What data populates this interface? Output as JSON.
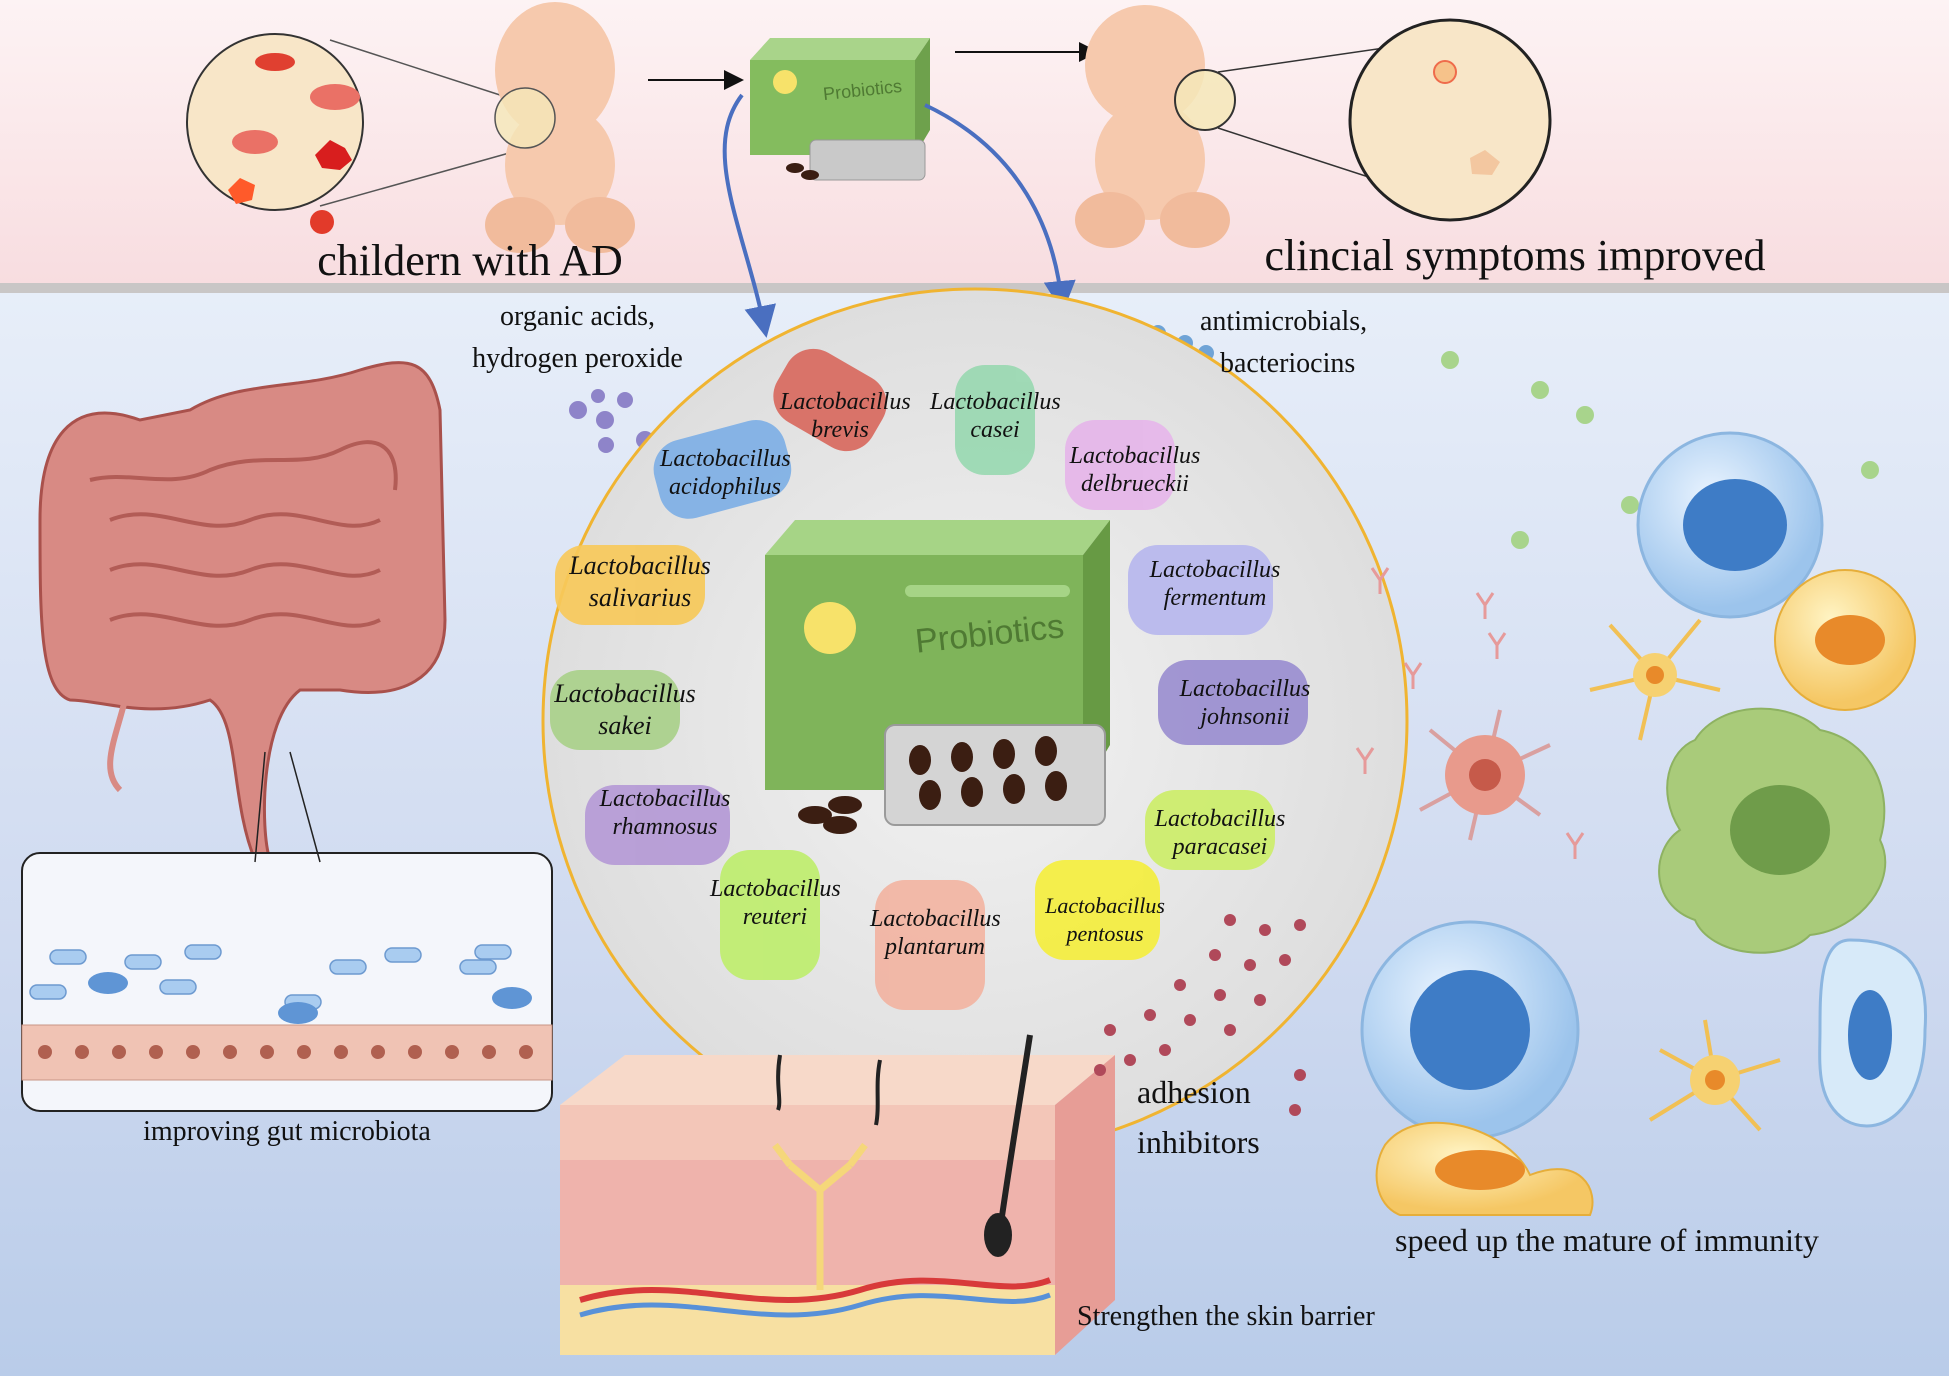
{
  "top": {
    "left_caption": "childern with AD",
    "right_caption": "clincial symptoms improved",
    "box_label_small": "Probiotics"
  },
  "center": {
    "box_label": "Probiotics",
    "strains": [
      {
        "genus": "Lactobacillus",
        "species": "brevis",
        "color": "#d96a5f"
      },
      {
        "genus": "Lactobacillus",
        "species": "casei",
        "color": "#9ad9b2"
      },
      {
        "genus": "Lactobacillus",
        "species": "acidophilus",
        "color": "#7fb0e6"
      },
      {
        "genus": "Lactobacillus",
        "species": "delbrueckii",
        "color": "#e6b6ea"
      },
      {
        "genus": "Lactobacillus",
        "species": "salivarius",
        "color": "#f7c95a"
      },
      {
        "genus": "Lactobacillus",
        "species": "fermentum",
        "color": "#b8b8ee"
      },
      {
        "genus": "Lactobacillus",
        "species": "sakei",
        "color": "#a9d08a"
      },
      {
        "genus": "Lactobacillus",
        "species": "johnsonii",
        "color": "#9b8fd1"
      },
      {
        "genus": "Lactobacillus",
        "species": "rhamnosus",
        "color": "#b59ad6"
      },
      {
        "genus": "Lactobacillus",
        "species": "paracasei",
        "color": "#cdee6a"
      },
      {
        "genus": "Lactobacillus",
        "species": "reuteri",
        "color": "#bfee6e"
      },
      {
        "genus": "Lactobacillus",
        "species": "plantarum",
        "color": "#f2b4a2"
      },
      {
        "genus": "Lactobacillus",
        "species": "pentosus",
        "color": "#f4ee3e"
      }
    ]
  },
  "mechanisms": {
    "organic_acids": "organic acids,",
    "hydrogen_peroxide": "hydrogen peroxide",
    "antimicrobials": "antimicrobials,",
    "bacteriocins": "bacteriocins",
    "adhesion": "adhesion",
    "inhibitors": "inhibitors"
  },
  "effects": {
    "gut": "improving gut microbiota",
    "skin": "Strengthen the skin barrier",
    "immunity": "speed up the mature of immunity"
  },
  "colors": {
    "top_band": "#f8dde0",
    "bottom_band": "#cfdaf0",
    "circle_border": "#f0b431",
    "arrow_blue": "#4a6fc0",
    "box_green": "#7fb45a"
  }
}
